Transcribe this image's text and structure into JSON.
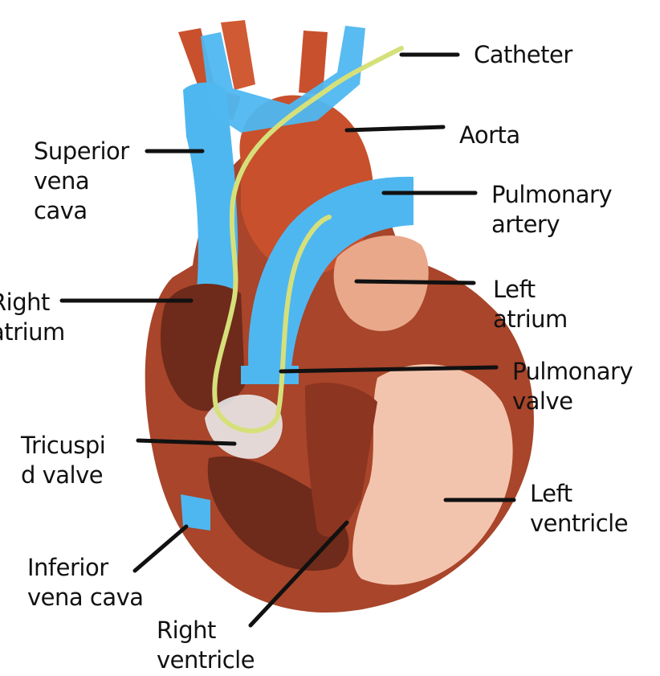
{
  "colors": {
    "vein_blue": "#4fb7f0",
    "vein_blue_dark": "#2f8fd0",
    "artery_red": "#c8502c",
    "artery_light": "#e07a4a",
    "muscle_dark": "#6e2a1a",
    "muscle_mid": "#a8452a",
    "chamber_pink": "#f3c4ad",
    "chamber_inner": "#e9a88a",
    "catheter": "#d6e07a",
    "leader": "#111111"
  },
  "labels": {
    "catheter": [
      "Catheter"
    ],
    "aorta": [
      "Aorta"
    ],
    "superior_vena_cava": [
      "Superior",
      "vena",
      "cava"
    ],
    "pulmonary_artery": [
      "Pulmonary",
      "artery"
    ],
    "right_atrium": [
      "Right",
      "atrium"
    ],
    "left_atrium": [
      "Left",
      "atrium"
    ],
    "pulmonary_valve": [
      "Pulmonary",
      "valve"
    ],
    "tricuspid_valve": [
      "Tricuspi",
      "d valve"
    ],
    "left_ventricle": [
      "Left",
      "ventricle"
    ],
    "inferior_vena_cava": [
      "Inferior",
      "vena cava"
    ],
    "right_ventricle": [
      "Right",
      "ventricle"
    ]
  }
}
